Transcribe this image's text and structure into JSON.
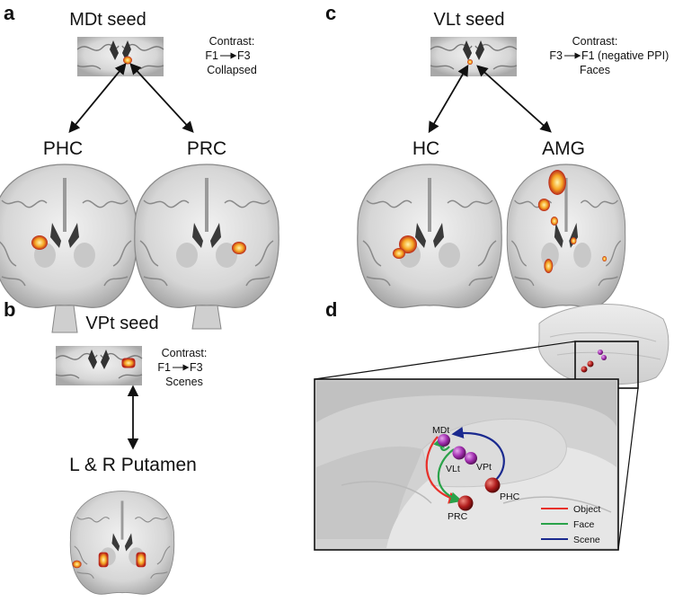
{
  "panels": {
    "a": {
      "letter": "a",
      "seed_title": "MDt seed",
      "contrast": [
        "Contrast:",
        "F1",
        "F3",
        "Collapsed"
      ],
      "targets": [
        "PHC",
        "PRC"
      ]
    },
    "b": {
      "letter": "b",
      "seed_title": "VPt seed",
      "contrast": [
        "Contrast:",
        "F1",
        "F3",
        "Scenes"
      ],
      "target": "L & R Putamen"
    },
    "c": {
      "letter": "c",
      "seed_title": "VLt seed",
      "contrast": [
        "Contrast:",
        "F3",
        "F1 (negative PPI)",
        "Faces"
      ],
      "targets": [
        "HC",
        "AMG"
      ]
    },
    "d": {
      "letter": "d",
      "nodes": [
        "MDt",
        "VLt",
        "VPt",
        "PHC",
        "PRC"
      ],
      "legend": [
        {
          "label": "Object",
          "color": "#e8302a"
        },
        {
          "label": "Face",
          "color": "#2aa24a"
        },
        {
          "label": "Scene",
          "color": "#1b2a8f"
        }
      ]
    }
  },
  "colors": {
    "activation_core": "#fff4b0",
    "activation_mid": "#f6a623",
    "activation_edge": "#b8251a",
    "thalamus_node": "#a22fb0",
    "cortical_node": "#b01c1c"
  }
}
